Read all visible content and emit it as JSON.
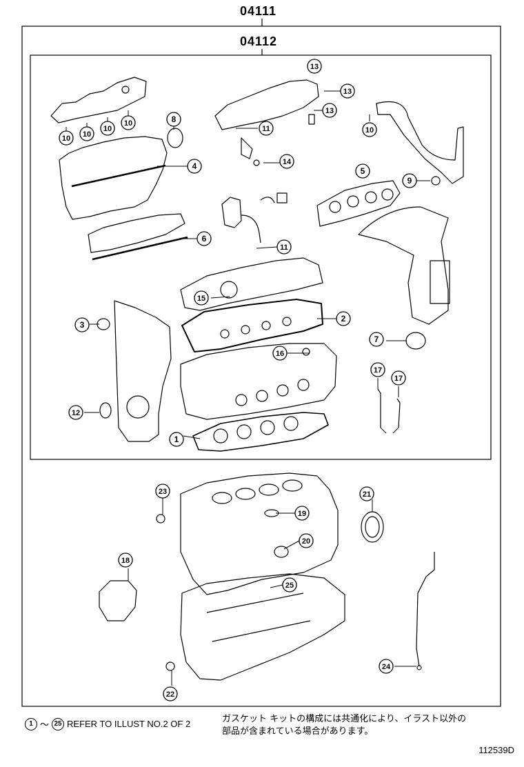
{
  "header": {
    "outer_code": "04111",
    "inner_code": "04112"
  },
  "callouts": [
    {
      "id": "c1",
      "label": "1"
    },
    {
      "id": "c2",
      "label": "2"
    },
    {
      "id": "c3",
      "label": "3"
    },
    {
      "id": "c4",
      "label": "4"
    },
    {
      "id": "c5",
      "label": "5"
    },
    {
      "id": "c6",
      "label": "6"
    },
    {
      "id": "c7",
      "label": "7"
    },
    {
      "id": "c8",
      "label": "8"
    },
    {
      "id": "c9",
      "label": "9"
    },
    {
      "id": "c10a",
      "label": "10"
    },
    {
      "id": "c10b",
      "label": "10"
    },
    {
      "id": "c10c",
      "label": "10"
    },
    {
      "id": "c10d",
      "label": "10"
    },
    {
      "id": "c10e",
      "label": "10"
    },
    {
      "id": "c11a",
      "label": "11"
    },
    {
      "id": "c11b",
      "label": "11"
    },
    {
      "id": "c12",
      "label": "12"
    },
    {
      "id": "c13a",
      "label": "13"
    },
    {
      "id": "c13b",
      "label": "13"
    },
    {
      "id": "c13c",
      "label": "13"
    },
    {
      "id": "c14",
      "label": "14"
    },
    {
      "id": "c15",
      "label": "15"
    },
    {
      "id": "c16",
      "label": "16"
    },
    {
      "id": "c17a",
      "label": "17"
    },
    {
      "id": "c17b",
      "label": "17"
    },
    {
      "id": "c18",
      "label": "18"
    },
    {
      "id": "c19",
      "label": "19"
    },
    {
      "id": "c20",
      "label": "20"
    },
    {
      "id": "c21",
      "label": "21"
    },
    {
      "id": "c22",
      "label": "22"
    },
    {
      "id": "c23",
      "label": "23"
    },
    {
      "id": "c24",
      "label": "24"
    },
    {
      "id": "c25",
      "label": "25"
    }
  ],
  "footer": {
    "range_start": "1",
    "tilde": "～",
    "range_end": "25",
    "note_en": "REFER TO ILLUST NO.2 OF 2",
    "note_jp_line1": "ガスケット キットの構成には共通化により、イラスト以外の",
    "note_jp_line2": "部品が含まれている場合があります。",
    "illustration_id": "112539D"
  }
}
